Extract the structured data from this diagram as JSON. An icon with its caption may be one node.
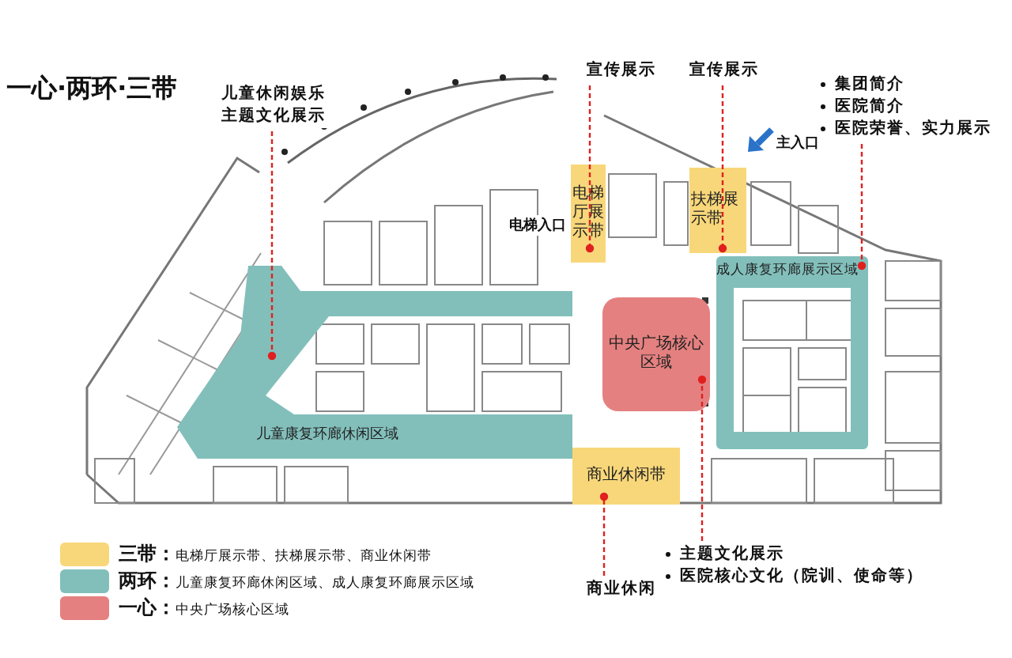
{
  "diagram": {
    "title": "一心·两环·三带",
    "nodes": [
      {
        "text": [
          "儿童休闲娱乐主题文化展示"
        ]
      },
      {
        "text": [
          "宣传展示"
        ]
      },
      {
        "text": [
          "宣传展示"
        ]
      },
      {
        "text": [
          "集团简介",
          "医院简介",
          "医院荣誉、实力展示"
        ]
      },
      {
        "text": [
          "电梯厅展示带"
        ]
      },
      {
        "text": [
          "扶梯展示带"
        ]
      },
      {
        "text": [
          "成人康复环廊展示区域"
        ]
      },
      {
        "text": [
          "儿童康复环廊休闲区域"
        ]
      },
      {
        "text": [
          "中央广场核心区域"
        ]
      },
      {
        "text": [
          "商业休闲带"
        ]
      },
      {
        "text": [
          "主题文化展示",
          "医院核心文化（院训、使命等）"
        ]
      },
      {
        "text": [
          "商业休闲"
        ]
      }
    ],
    "edges": [
      {
        "from": 0,
        "to": 7,
        "arrow": "other",
        "style": "dashed"
      },
      {
        "from": 1,
        "to": 4,
        "arrow": "other",
        "style": "dashed"
      },
      {
        "from": 2,
        "to": 5,
        "arrow": "other",
        "style": "dashed"
      },
      {
        "from": 3,
        "to": 6,
        "arrow": "other",
        "style": "dashed"
      },
      {
        "from": 10,
        "to": 8,
        "arrow": "other",
        "style": "dashed"
      },
      {
        "from": 11,
        "to": 9,
        "arrow": "other",
        "style": "dashed"
      }
    ],
    "labels": [
      "电梯入口",
      "主入口"
    ],
    "legend": [
      {
        "text": "**三带：**电梯厅展示带、扶梯展示带、商业休闲带",
        "color": "#f8d77a"
      },
      {
        "text": "**两环：**儿童康复环廊休闲区域、成人康复环廊展示区域",
        "color": "#82bfbb"
      },
      {
        "text": "**一心：**中央广场核心区域",
        "color": "#e58080"
      }
    ]
  }
}
